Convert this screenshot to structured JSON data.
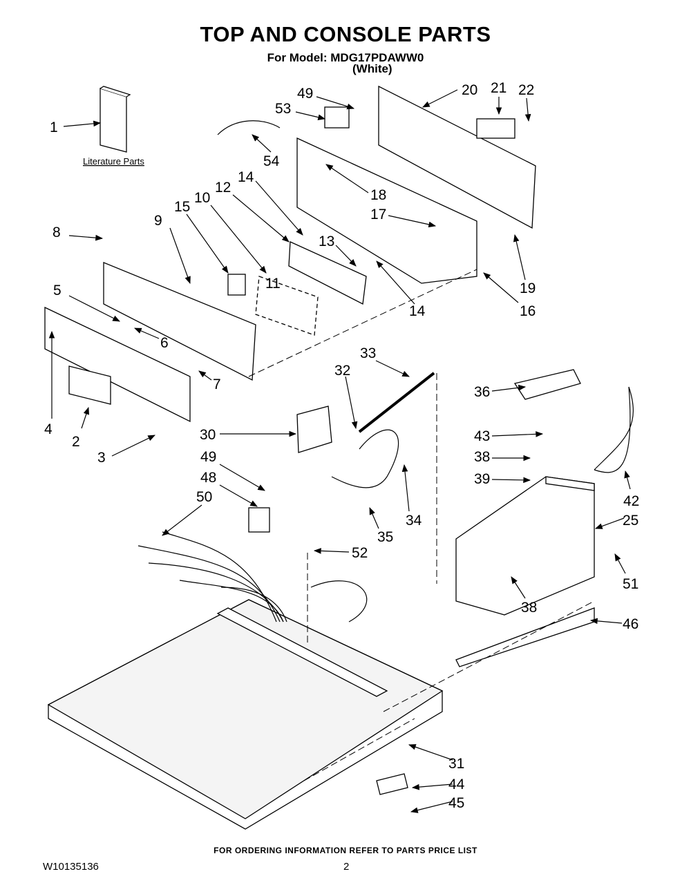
{
  "header": {
    "title": "TOP AND CONSOLE PARTS",
    "model": "For Model: MDG17PDAWW0",
    "color": "(White)"
  },
  "diagram": {
    "literature_label": "Literature Parts",
    "callouts": [
      "1",
      "49",
      "53",
      "54",
      "20",
      "21",
      "22",
      "18",
      "17",
      "14",
      "12",
      "10",
      "15",
      "9",
      "8",
      "5",
      "13",
      "14",
      "19",
      "16",
      "11",
      "6",
      "7",
      "33",
      "32",
      "36",
      "4",
      "2",
      "30",
      "3",
      "43",
      "38",
      "39",
      "49",
      "48",
      "50",
      "42",
      "34",
      "35",
      "25",
      "52",
      "51",
      "38",
      "46",
      "31",
      "44",
      "45"
    ]
  },
  "footer": {
    "ordering_note": "FOR ORDERING INFORMATION REFER TO PARTS PRICE LIST",
    "document_number": "W10135136",
    "page_number": "2"
  }
}
